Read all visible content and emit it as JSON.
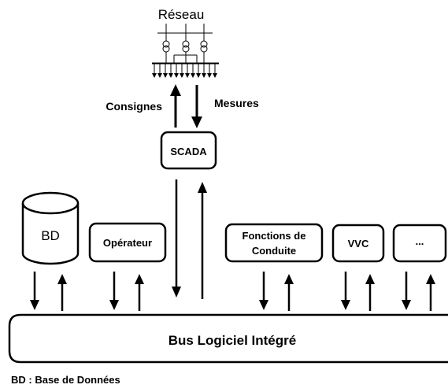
{
  "network": {
    "label": "Réseau"
  },
  "arrows": {
    "setpoints": "Consignes",
    "measures": "Mesures"
  },
  "scada": {
    "label": "SCADA"
  },
  "database": {
    "label": "BD"
  },
  "operator": {
    "label": "Opérateur"
  },
  "functions": {
    "line1": "Fonctions de",
    "line2": "Conduite"
  },
  "vvc": {
    "label": "VVC"
  },
  "more": {
    "label": "..."
  },
  "bus": {
    "label": "Bus Logiciel Intégré"
  },
  "legend": {
    "text": "BD : Base de Données"
  }
}
